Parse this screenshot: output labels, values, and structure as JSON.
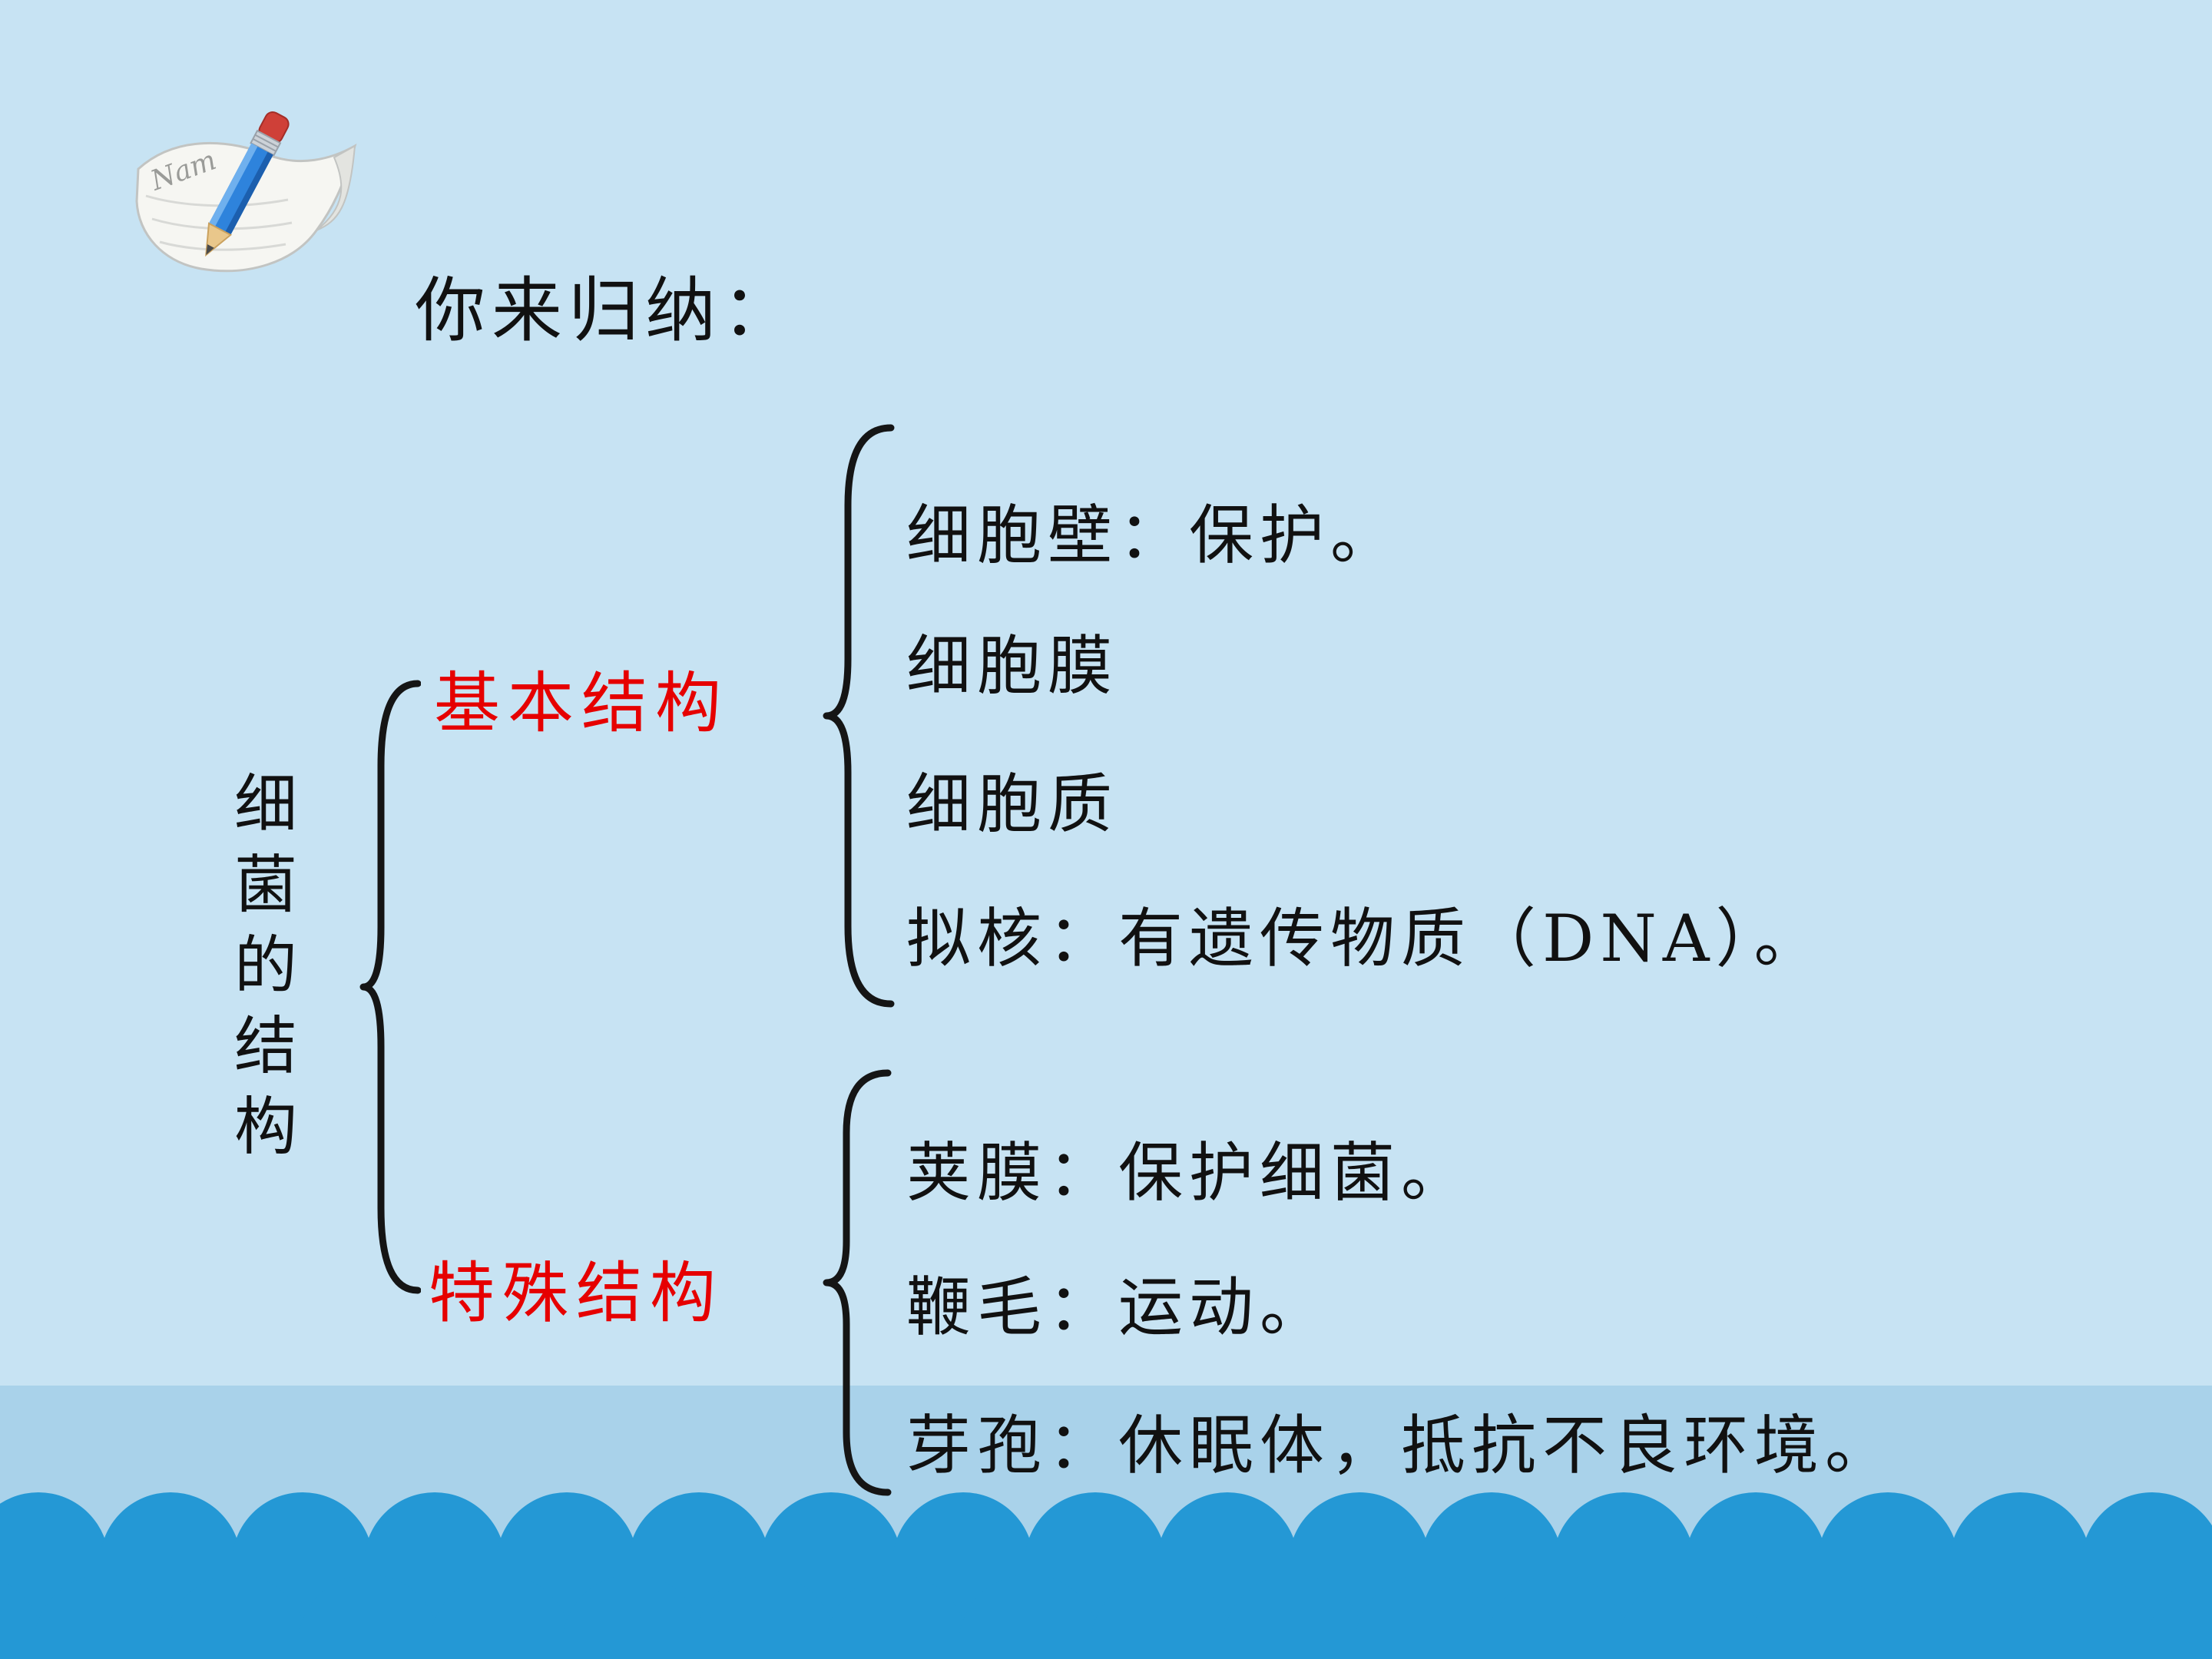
{
  "slide": {
    "title": "你来归纳：",
    "root_label": "细菌的结构",
    "root_chars": [
      "细",
      "菌",
      "的",
      "结",
      "构"
    ],
    "branches": [
      {
        "label": "基本结构",
        "color": "#e60000",
        "items": [
          "细胞壁：保护。",
          "细胞膜",
          "细胞质",
          "拟核：有遗传物质（DNA）。"
        ]
      },
      {
        "label": "特殊结构",
        "color": "#e60000",
        "items": [
          "荚膜：保护细菌。",
          "鞭毛：运动。",
          "芽孢：休眠体，抵抗不良环境。"
        ]
      }
    ],
    "icon": {
      "name": "pencil-and-paper-icon",
      "scribble": "Nam"
    },
    "colors": {
      "background": "#c7e3f3",
      "bottom_band": "#a9d2ea",
      "wave_blue": "#2498d5",
      "accent_red": "#e60000",
      "text": "#111111"
    }
  }
}
